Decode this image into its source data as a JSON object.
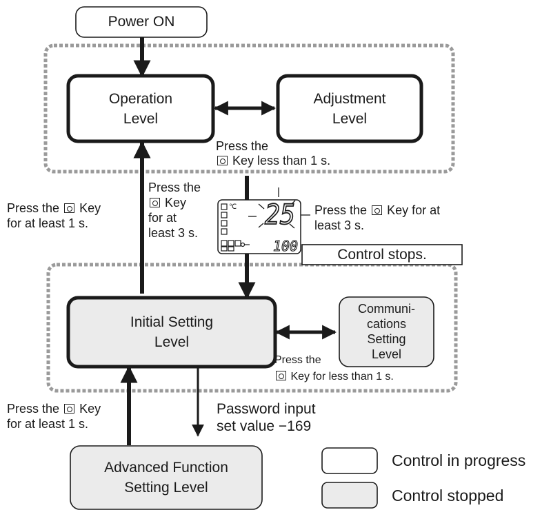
{
  "nodes": {
    "power_on": "Power ON",
    "operation": [
      "Operation",
      "Level"
    ],
    "adjustment": [
      "Adjustment",
      "Level"
    ],
    "initial": [
      "Initial Setting",
      "Level"
    ],
    "communications": [
      "Communi-",
      "cations",
      "Setting",
      "Level"
    ],
    "advanced": [
      "Advanced Function",
      "Setting Level"
    ]
  },
  "annotations": {
    "op_to_adj_1": "Press the",
    "op_to_adj_2": "Key less than 1 s.",
    "op_to_init_1": "Press the",
    "op_to_init_2": "Key",
    "op_to_init_3": "for at",
    "op_to_init_4": "least 3 s.",
    "init_to_op_1": "Press the",
    "init_to_op_2": "Key",
    "init_to_op_3": "for at least 1 s.",
    "display_hint_1": "Press the",
    "display_hint_2": "Key for at",
    "display_hint_3": "least 3 s.",
    "control_stops": "Control stops.",
    "init_to_comm_1": "Press the",
    "init_to_comm_2": "Key for less than 1 s.",
    "adv_to_init_1": "Press the",
    "adv_to_init_2": "Key",
    "adv_to_init_3": "for at least 1 s.",
    "password_1": "Password input",
    "password_2": "set value −169"
  },
  "display": {
    "pv": "25",
    "sv": "100",
    "unit": "℃"
  },
  "legend": {
    "in_progress": "Control in progress",
    "stopped": "Control stopped"
  },
  "colors": {
    "stopped_fill": "#ebebeb",
    "dotted_border": "#9a9a9a",
    "line": "#1a1a1a"
  }
}
